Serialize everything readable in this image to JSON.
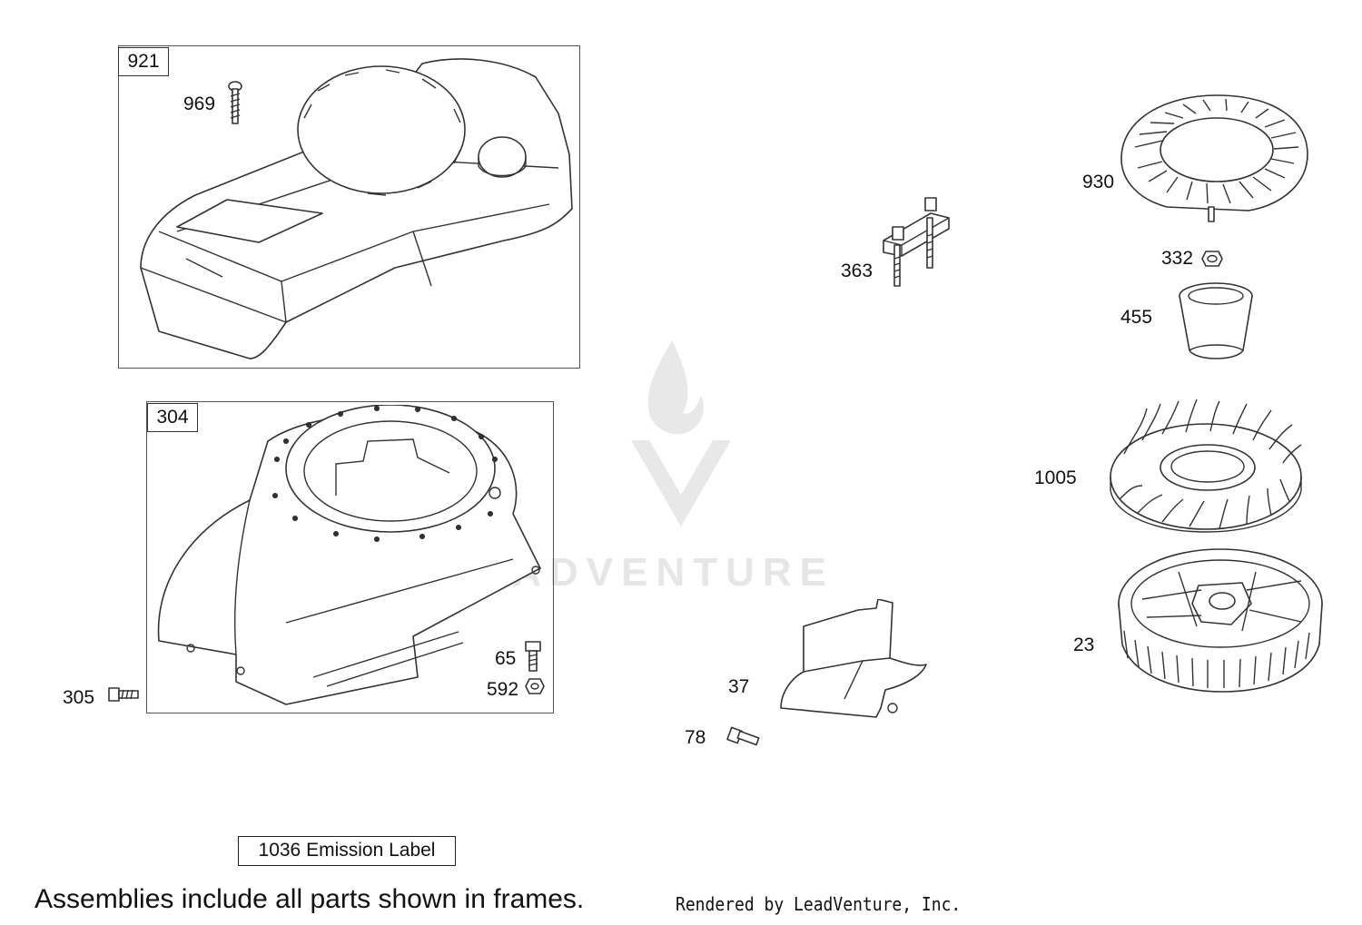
{
  "frames": [
    {
      "id": "921"
    },
    {
      "id": "304"
    }
  ],
  "parts": {
    "p969": "969",
    "p930": "930",
    "p363": "363",
    "p332": "332",
    "p455": "455",
    "p1005": "1005",
    "p23": "23",
    "p65": "65",
    "p592": "592",
    "p305": "305",
    "p37": "37",
    "p78": "78"
  },
  "emission_label": "1036 Emission Label",
  "footer": {
    "note": "Assemblies include all parts shown in frames.",
    "credit": "Rendered by LeadVenture, Inc."
  },
  "watermark": {
    "text": "LEADVENTURE"
  }
}
